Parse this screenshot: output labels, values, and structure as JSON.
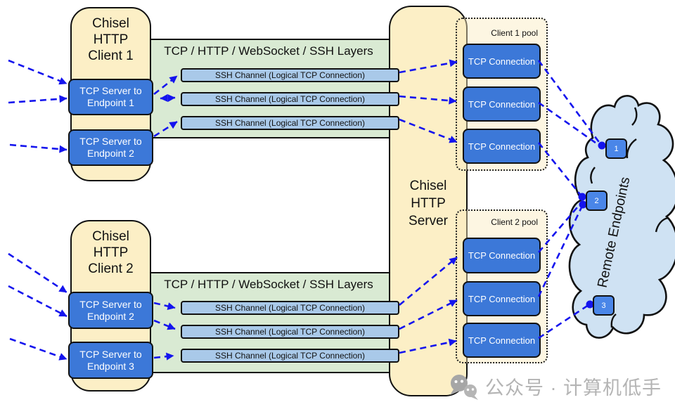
{
  "clients": [
    {
      "title": "Chisel HTTP Client 1",
      "tcp_servers": [
        "TCP Server to Endpoint 1",
        "TCP Server to Endpoint 2"
      ]
    },
    {
      "title": "Chisel HTTP Client 2",
      "tcp_servers": [
        "TCP Server to Endpoint 2",
        "TCP Server to Endpoint 3"
      ]
    }
  ],
  "layer_bands": [
    {
      "title": "TCP / HTTP / WebSocket / SSH Layers",
      "channels": [
        "SSH Channel (Logical TCP Connection)",
        "SSH Channel (Logical TCP Connection)",
        "SSH Channel (Logical TCP Connection)"
      ]
    },
    {
      "title": "TCP / HTTP / WebSocket / SSH Layers",
      "channels": [
        "SSH Channel (Logical TCP Connection)",
        "SSH Channel (Logical TCP Connection)",
        "SSH Channel (Logical TCP Connection)"
      ]
    }
  ],
  "server": {
    "title": "Chisel HTTP Server"
  },
  "pools": [
    {
      "label": "Client 1 pool",
      "connections": [
        "TCP Connection",
        "TCP Connection",
        "TCP Connection"
      ]
    },
    {
      "label": "Client 2 pool",
      "connections": [
        "TCP Connection",
        "TCP Connection",
        "TCP Connection"
      ]
    }
  ],
  "cloud": {
    "label": "Remote Endpoints",
    "endpoints": [
      "1",
      "2",
      "3"
    ]
  },
  "watermark": {
    "text": "公众号 · 计算机低手"
  },
  "colors": {
    "client_fill": "#FCEFC6",
    "band_fill": "#D9EAD3",
    "node_blue": "#3C78D8",
    "endpoint_blue": "#4A86E8",
    "channel_fill": "#A9C9E9",
    "cloud_fill": "#CFE2F3",
    "arrow_blue": "#1414EE"
  }
}
